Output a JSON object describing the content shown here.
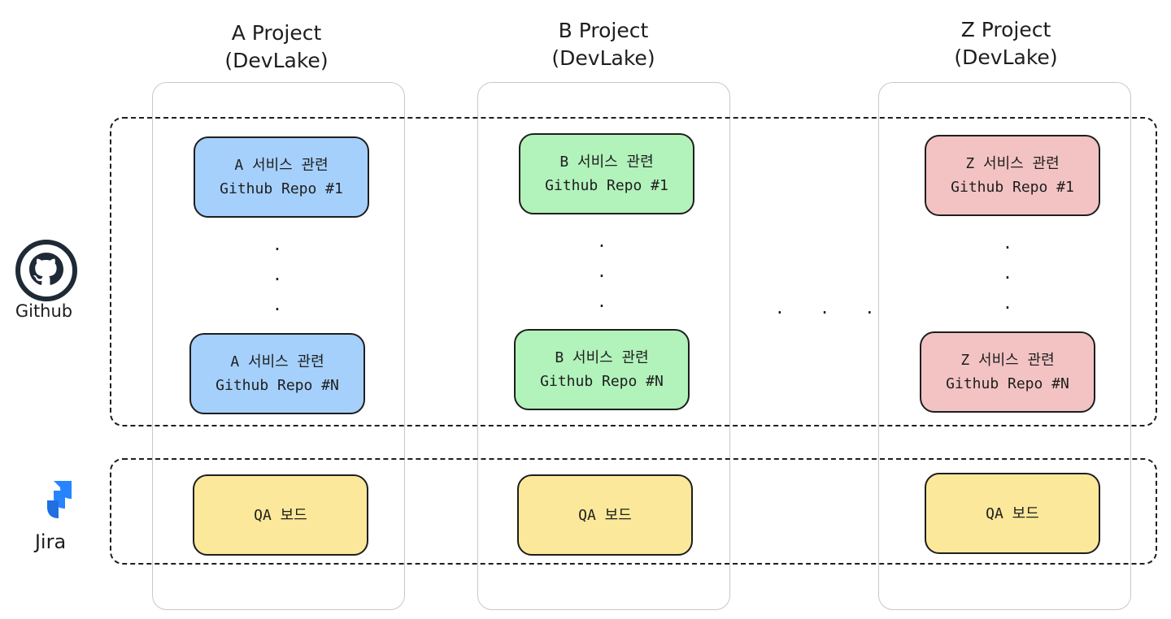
{
  "sources": {
    "github": {
      "label": "Github",
      "icon": "github-icon"
    },
    "jira": {
      "label": "Jira",
      "icon": "jira-icon"
    }
  },
  "projects": [
    {
      "title_line1": "A Project",
      "title_line2": "(DevLake)",
      "repo_first": {
        "line1": "A 서비스 관련",
        "line2": "Github Repo #1"
      },
      "repo_last": {
        "line1": "A 서비스 관련",
        "line2": "Github Repo #N"
      },
      "qa_board": "QA 보드",
      "color": "#a5d0fb"
    },
    {
      "title_line1": "B Project",
      "title_line2": "(DevLake)",
      "repo_first": {
        "line1": "B 서비스 관련",
        "line2": "Github Repo #1"
      },
      "repo_last": {
        "line1": "B 서비스 관련",
        "line2": "Github Repo #N"
      },
      "qa_board": "QA 보드",
      "color": "#b2f2bb"
    },
    {
      "title_line1": "Z Project",
      "title_line2": "(DevLake)",
      "repo_first": {
        "line1": "Z 서비스 관련",
        "line2": "Github Repo #1"
      },
      "repo_last": {
        "line1": "Z 서비스 관련",
        "line2": "Github Repo #N"
      },
      "qa_board": "QA 보드",
      "color": "#f3c3c3"
    }
  ],
  "ellipsis": {
    "vertical": [
      ".",
      ".",
      "."
    ],
    "horizontal": ". . ."
  },
  "colors": {
    "qa_board": "#fbe89a",
    "github_icon": "#1e2a36",
    "jira_icon": "#2684ff"
  }
}
